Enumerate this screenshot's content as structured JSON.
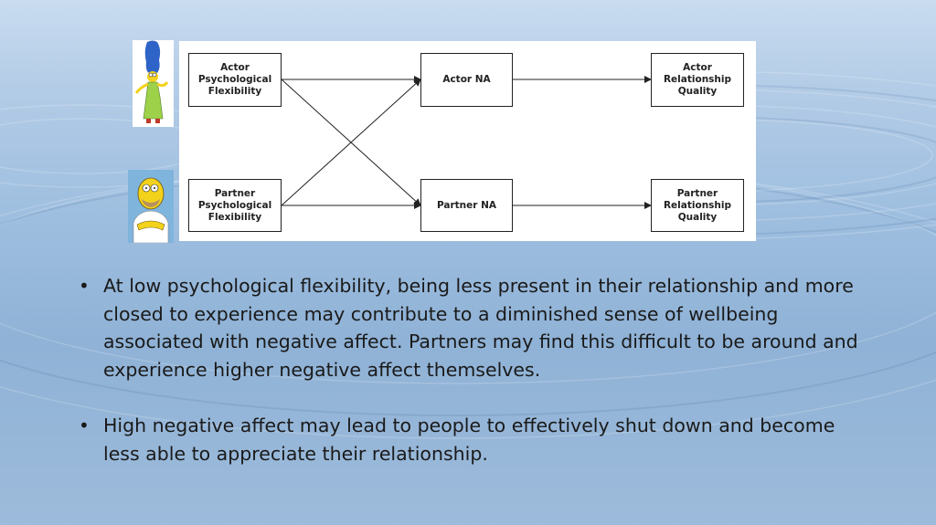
{
  "diagram": {
    "nodes": {
      "actor_pf": "Actor\nPsychological\nFlexibility",
      "partner_pf": "Partner\nPsychological\nFlexibility",
      "actor_na": "Actor NA",
      "partner_na": "Partner NA",
      "actor_rq": "Actor\nRelationship\nQuality",
      "partner_rq": "Partner\nRelationship\nQuality"
    },
    "edges": [
      [
        "actor_pf",
        "actor_na"
      ],
      [
        "actor_pf",
        "partner_na"
      ],
      [
        "partner_pf",
        "actor_na"
      ],
      [
        "partner_pf",
        "partner_na"
      ],
      [
        "actor_na",
        "actor_rq"
      ],
      [
        "partner_na",
        "partner_rq"
      ]
    ]
  },
  "characters": {
    "top": "marge-simpson-icon",
    "bottom": "homer-simpson-icon"
  },
  "bullets": [
    "At low psychological flexibility, being less present in their relationship and more closed to experience may contribute to a diminished sense of wellbeing associated with negative affect. Partners may find this difficult to be around and experience higher negative affect themselves.",
    "High negative affect may lead to people to effectively shut down and become less able to appreciate their relationship."
  ],
  "colors": {
    "background": "#9fbfe0",
    "box_border": "#222222",
    "text": "#1a1a1a"
  }
}
